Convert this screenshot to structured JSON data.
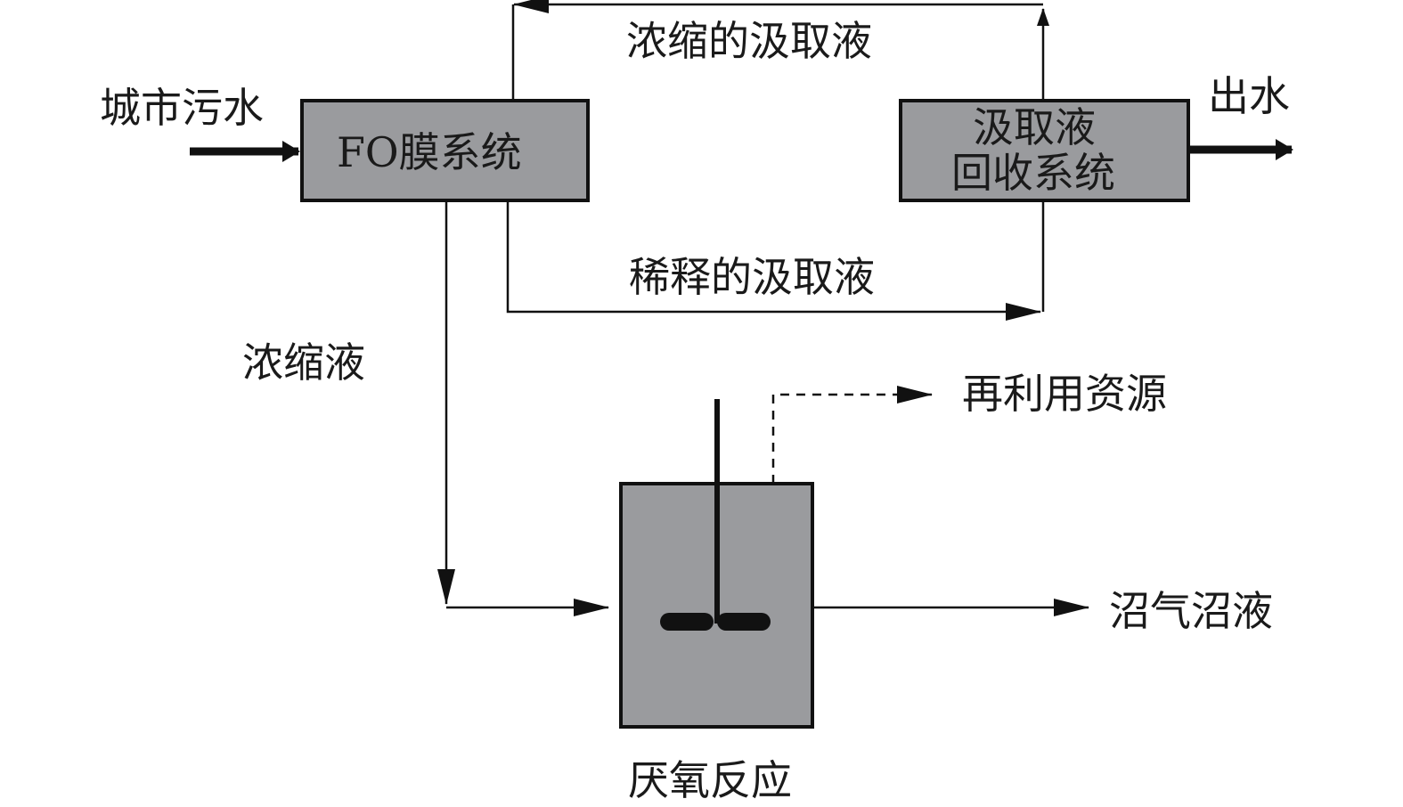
{
  "labels": {
    "urban_sewage": "城市污水",
    "fo_system": "FO膜系统",
    "concentrated_draw": "浓缩的汲取液",
    "diluted_draw": "稀释的汲取液",
    "draw_recovery_line1": "汲取液",
    "draw_recovery_line2": "回收系统",
    "effluent": "出水",
    "concentrate": "浓缩液",
    "reuse_resource": "再利用资源",
    "anaerobic_reaction": "厌氧反应",
    "biogas_slurry": "沼气沼液"
  },
  "colors": {
    "box_fill": "#9a9b9e",
    "stroke": "#111111"
  }
}
